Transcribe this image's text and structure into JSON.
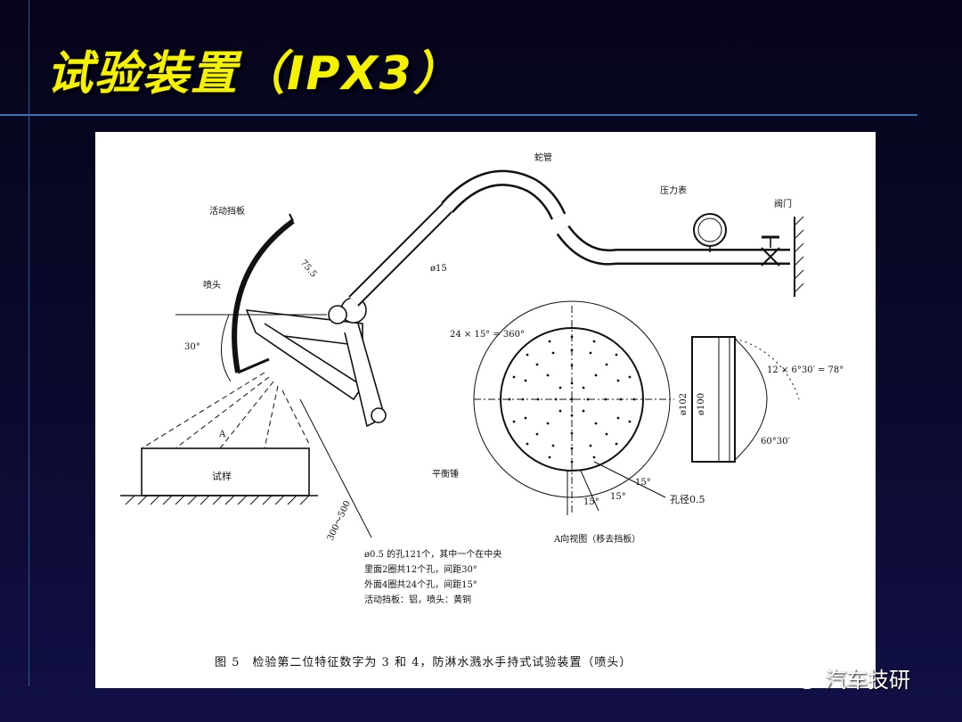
{
  "slide": {
    "title": "试验装置（IPX3）"
  },
  "figure": {
    "labels": {
      "snake_pipe": "蛇管",
      "pressure_gauge": "压力表",
      "valve": "阀门",
      "movable_shield": "活动挡板",
      "nozzle": "喷头",
      "dim_75_5": "75.5",
      "dim_phi15": "ø15",
      "angle_30": "30°",
      "arrow_a": "A",
      "specimen": "试样",
      "counterweight": "平衡锤",
      "distance": "300～500",
      "pattern_angle": "24 × 15° = 360°",
      "deg15_a": "15°",
      "deg15_b": "15°",
      "deg15_c": "15°",
      "hole_diameter": "孔径0.5",
      "view_a_title": "A向视图（移去挡板）",
      "phi102": "ø102",
      "phi100": "ø100",
      "side_angle": "12 × 6°30′ = 78°",
      "side_angle2": "60°30′"
    },
    "notes": [
      "ø0.5 的孔121个，其中一个在中央",
      "里面2圈共12个孔，间距30°",
      "外面4圈共24个孔，间距15°",
      "活动挡板：铝，喷头：黄铜"
    ],
    "caption": "图 5　检验第二位特征数字为 3 和 4，防淋水溅水手持式试验装置（喷头）"
  },
  "watermark": {
    "text": "汽车技研",
    "icon": "wechat-icon"
  },
  "colors": {
    "title": "#f5f200",
    "background": "#0a0a2e",
    "rule": "#3a6fb0"
  }
}
